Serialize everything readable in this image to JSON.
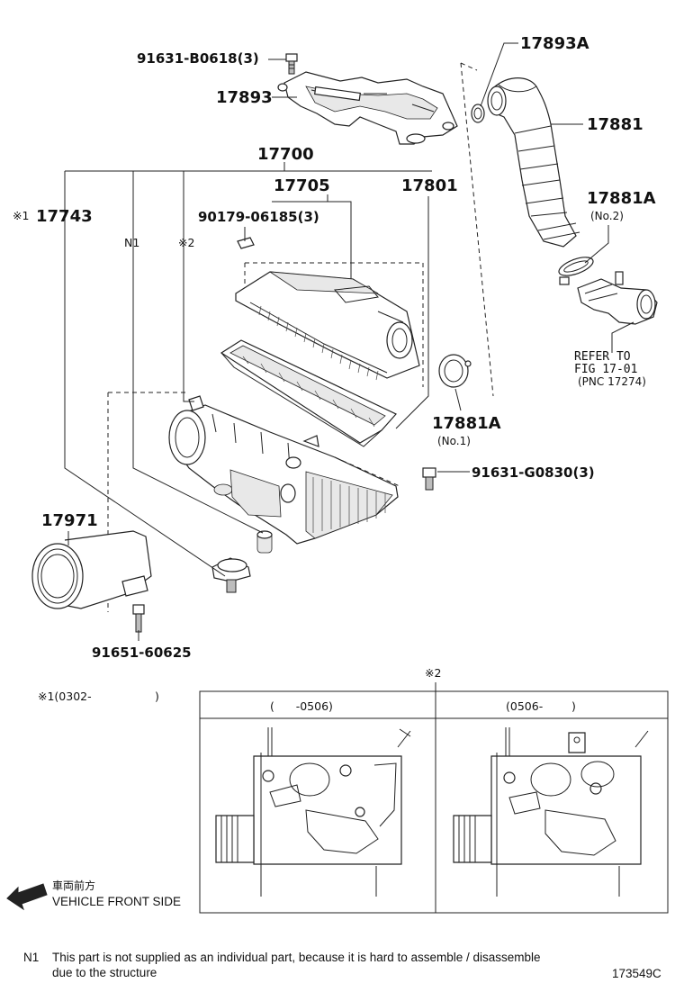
{
  "labels": {
    "bolt_91631_b0618": "91631-B0618(3)",
    "upper_duct_17893": "17893",
    "clamp_17893a": "17893A",
    "hose_17881": "17881",
    "cleaner_assy_17700": "17700",
    "cap_sub_assy_17705": "17705",
    "clip_90179": "90179-06185(3)",
    "element_17801": "17801",
    "resonator_17743": "17743",
    "ref_mark_1": "※1",
    "n1_mark": "N1",
    "ref_mark_2": "※2",
    "clamp_17881a_upper": "17881A",
    "clamp_17881a_upper_sub": "(No.2)",
    "refer_line1": "REFER TO",
    "refer_line2": "FIG 17-01",
    "refer_line3": "(PNC 17274)",
    "clamp_17881a_lower": "17881A",
    "clamp_17881a_lower_sub": "(No.1)",
    "bolt_91631_g0830": "91631-G0830(3)",
    "inlet_17971": "17971",
    "bolt_91651_60625": "91651-60625"
  },
  "variants": {
    "mark": "※2",
    "note_left": "※1(0302-",
    "note_right": ")",
    "col1_header": "(      -0506)",
    "col2_header": "(0506-        )"
  },
  "legend": {
    "front_jp": "車両前方",
    "front_en": "VEHICLE FRONT SIDE",
    "arrow_icon": "arrow-left-icon"
  },
  "footer": {
    "n1_label": "N1",
    "n1_text_line1": "This part is not supplied as an individual part, because it is hard to assemble / disassemble",
    "n1_text_line2": "due to the structure",
    "figure_id": "173549C"
  }
}
